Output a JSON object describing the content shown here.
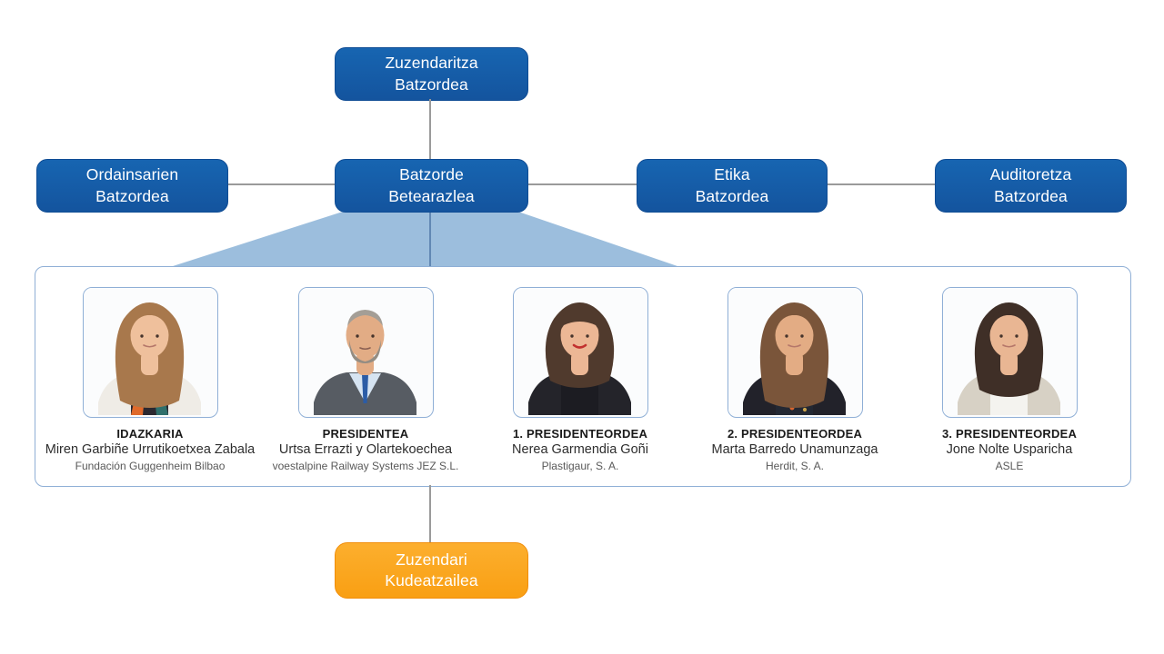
{
  "theme": {
    "primary_blue": "#14549E",
    "primary_blue_light": "#1765B1",
    "primary_blue_dark": "#0F4C94",
    "accent_orange": "#F99F13",
    "accent_orange_light": "#FCAF2E",
    "accent_orange_border": "#F18E0B",
    "triangle_blue": "#9CBEDD",
    "triangle_line": "#4F76A6",
    "connector_gray": "#9A9A9A",
    "panel_border": "#8FAFD6",
    "text_dark": "#1A1A1A",
    "text_gray": "#595959"
  },
  "chart": {
    "top_box": {
      "lines": [
        "Zuzendaritza",
        "Batzordea"
      ]
    },
    "row_boxes": [
      {
        "lines": [
          "Ordainsarien",
          "Batzordea"
        ]
      },
      {
        "lines": [
          "Batzorde",
          "Betearazlea"
        ]
      },
      {
        "lines": [
          "Etika",
          "Batzordea"
        ]
      },
      {
        "lines": [
          "Auditoretza",
          "Batzordea"
        ]
      }
    ],
    "bottom_box": {
      "lines": [
        "Zuzendari",
        "Kudeatzailea"
      ]
    }
  },
  "members": [
    {
      "role": "IDAZKARIA",
      "name": "Miren Garbiñe Urrutikoetxea Zabala",
      "company": "Fundación Guggenheim Bilbao",
      "avatar": {
        "alt": "woman with long light-brown hair, white jacket, colorful scarf",
        "style": "woman-long",
        "hair": "#A8784C",
        "skin": "#EFC09C",
        "jacket": "#EFECE6",
        "inner": "#2B2830",
        "accent": "#E06A2B",
        "accent2": "#2F6F6B",
        "extra": "scarf"
      }
    },
    {
      "role": "PRESIDENTEA",
      "name": "Urtsa Errazti y Olartekoechea",
      "company": "voestalpine Railway Systems JEZ S.L.",
      "avatar": {
        "alt": "man with gray hair and beard, gray suit, blue tie",
        "style": "man-suit",
        "hair": "#A49E96",
        "beard": "#948D83",
        "skin": "#E2AC85",
        "jacket": "#575C63",
        "inner": "#D6E4F2",
        "accent": "#2B5CA6",
        "extra": "tie"
      }
    },
    {
      "role": "1. PRESIDENTEORDEA",
      "name": "Nerea Garmendia Goñi",
      "company": "Plastigaur, S. A.",
      "avatar": {
        "alt": "woman with dark wavy bob and bangs, black blazer, red lipstick",
        "style": "woman-bob",
        "bangs": true,
        "hair": "#503A2D",
        "skin": "#ECB795",
        "jacket": "#24242A",
        "inner": "#1C1C22",
        "lips": "#C2312F",
        "extra": "none"
      }
    },
    {
      "role": "2. PRESIDENTEORDEA",
      "name": "Marta Barredo Unamunzaga",
      "company": "Herdit, S. A.",
      "avatar": {
        "alt": "woman with long brown hair, black blazer, floral blouse",
        "style": "woman-long",
        "hair": "#7A553A",
        "skin": "#E3AC84",
        "jacket": "#22222A",
        "inner": "#232833",
        "accent": "#D9652E",
        "accent2": "#C9A24A",
        "extra": "floral"
      }
    },
    {
      "role": "3. PRESIDENTEORDEA",
      "name": "Jone Nolte Usparicha",
      "company": "ASLE",
      "avatar": {
        "alt": "woman with shoulder-length dark hair, beige cardigan, necklace",
        "style": "woman-lob",
        "hair": "#3F2F27",
        "skin": "#E9B693",
        "jacket": "#D7D1C5",
        "inner": "#F4F3EF",
        "extra": "necklace"
      }
    }
  ]
}
